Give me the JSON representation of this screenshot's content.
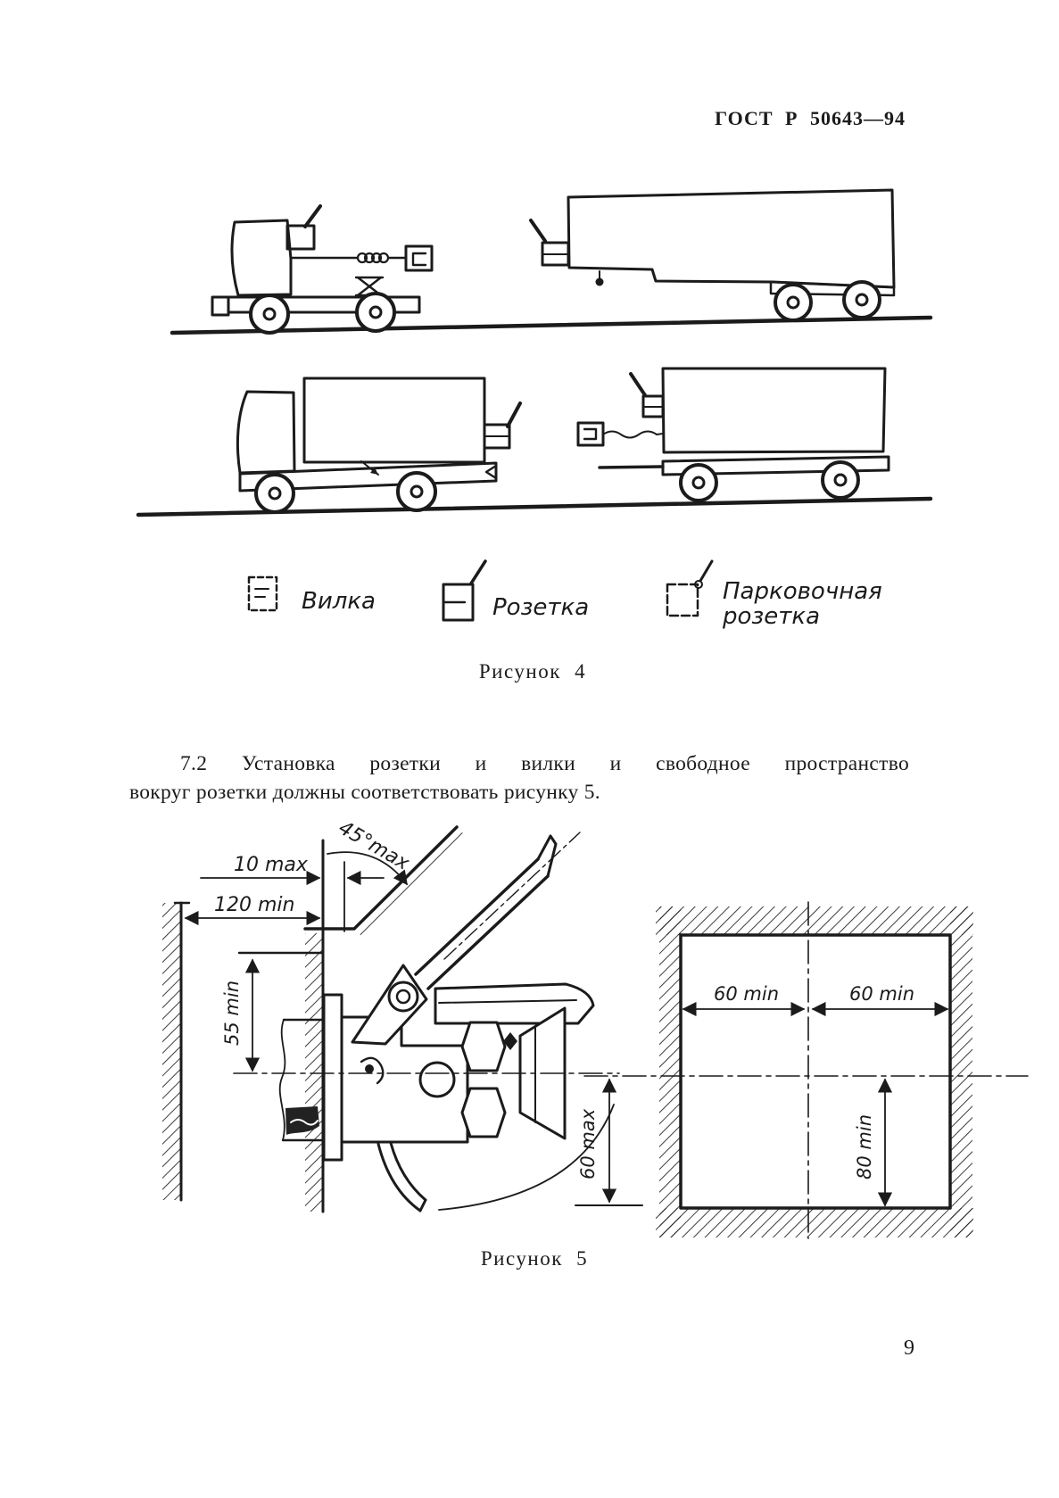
{
  "page": {
    "header": "ГОСТ Р 50643—94",
    "page_number": "9"
  },
  "figure4": {
    "caption": "Рисунок 4",
    "legend": [
      {
        "name": "plug",
        "label": "Вилка"
      },
      {
        "name": "socket",
        "label": "Розетка"
      },
      {
        "name": "parking-socket",
        "label_lines": [
          "Парковочная",
          "розетка"
        ]
      }
    ]
  },
  "section_7_2": {
    "line1": "7.2 Установка розетки и вилки и свободное пространство",
    "line2": "вокруг розетки должны соответствовать рисунку 5."
  },
  "figure5": {
    "caption": "Рисунок 5",
    "dims": {
      "angle": "45°max",
      "offset": "10 max",
      "wall_clearance": "120 min",
      "above_axis": "55 min",
      "below_axis": "60 max",
      "left_clear": "60 min",
      "right_clear": "60 min",
      "bottom_clear": "80 min"
    }
  },
  "colors": {
    "ink": "#1b1b1b",
    "paper": "#ffffff"
  }
}
